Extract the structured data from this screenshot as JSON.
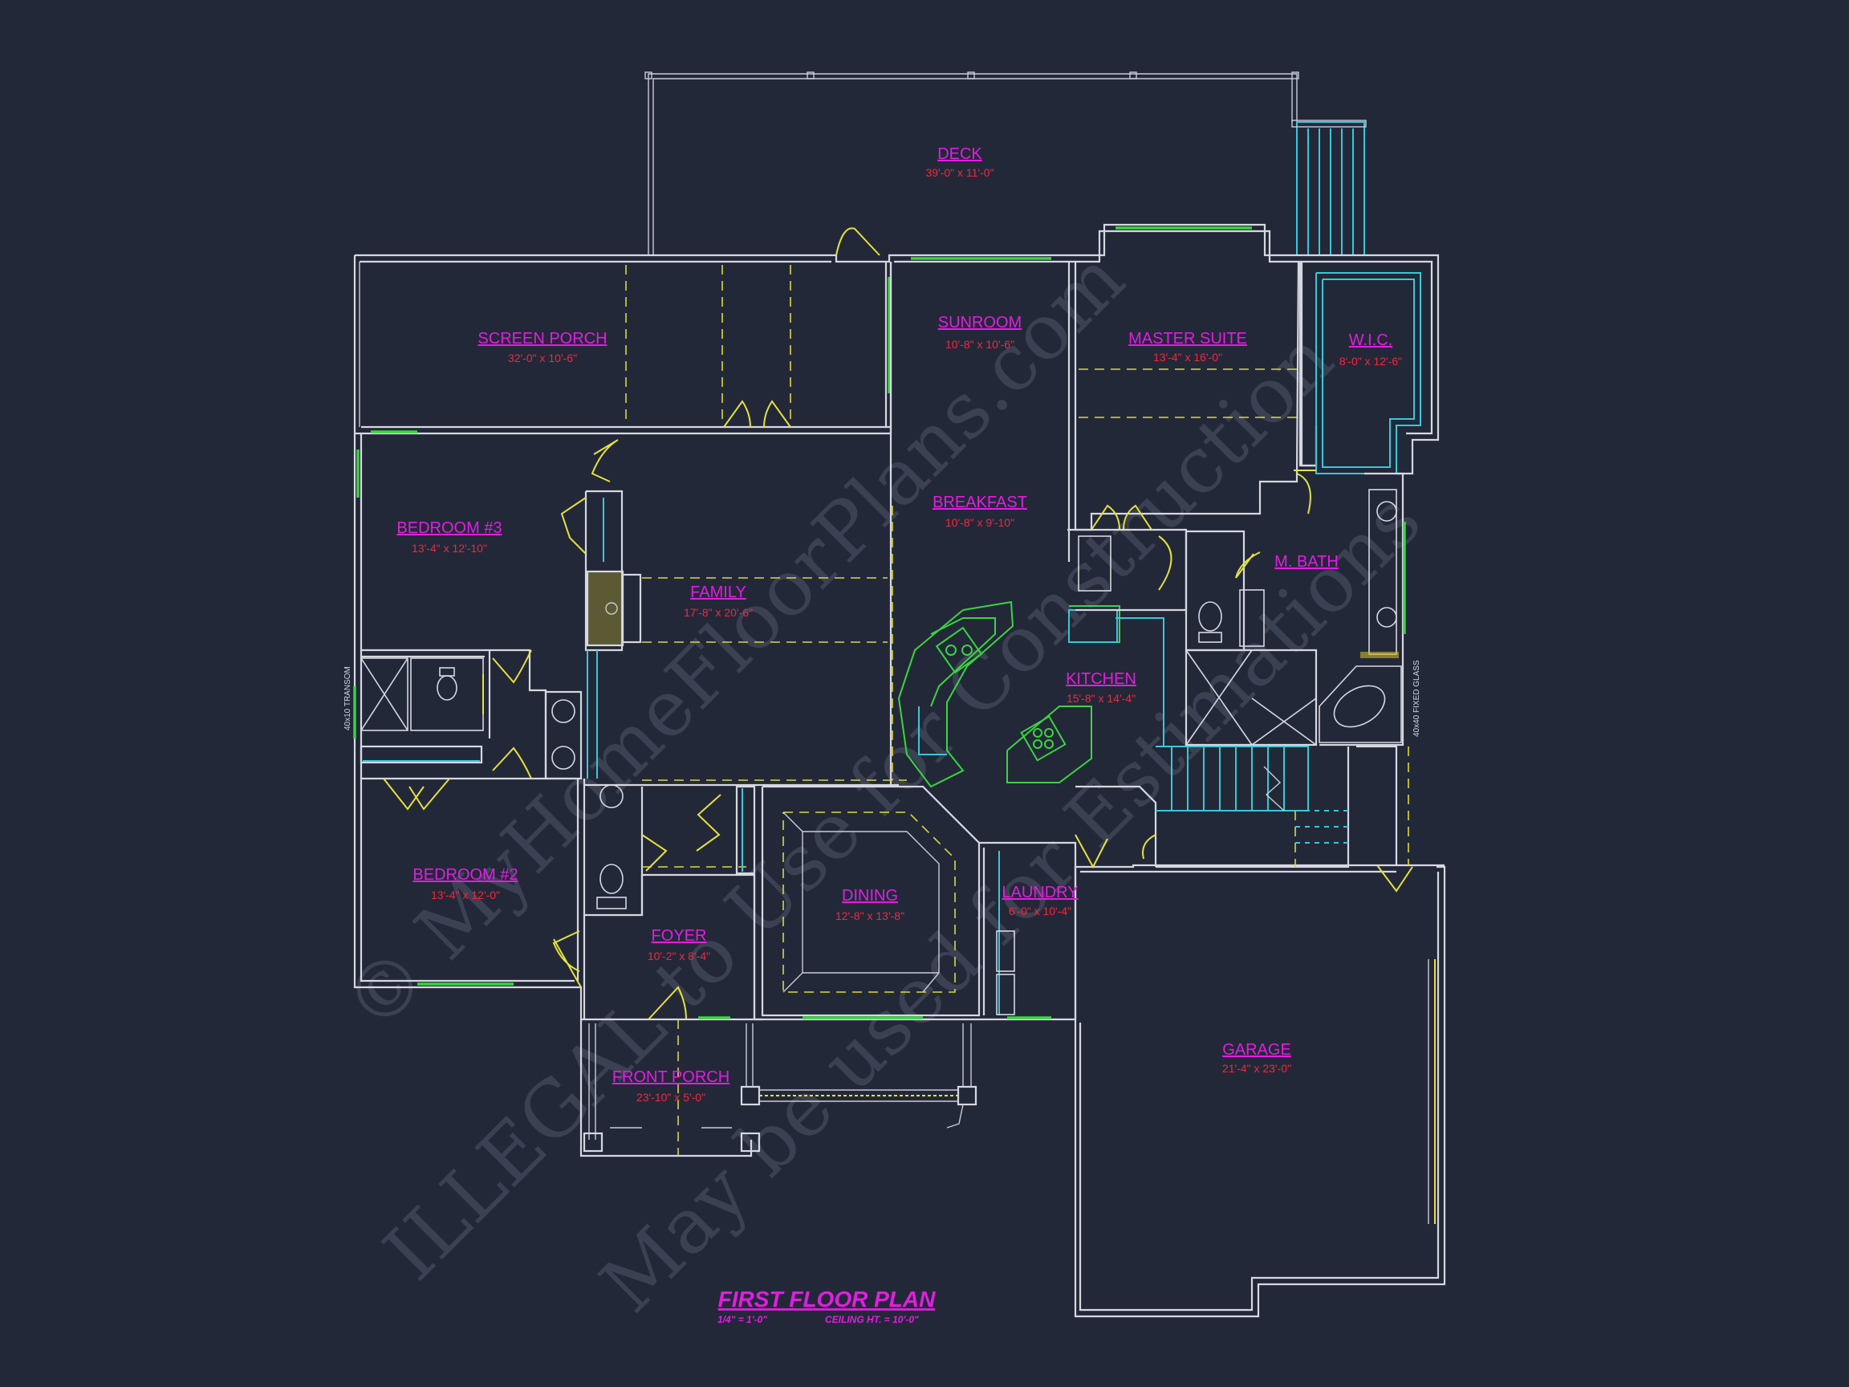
{
  "plan_title": "FIRST FLOOR PLAN",
  "scale_note": "1/4\" = 1'-0\"",
  "ceiling_note": "CEILING HT. = 10'-0\"",
  "watermark_lines": [
    "© MyHomeFloorPlans.com",
    "ILLEGAL to Use for Construction",
    "May be used for Estimations"
  ],
  "side_notes": {
    "transom": "40x10 TRANSOM",
    "fixed_glass": "40x40 FIXED GLASS"
  },
  "rooms": [
    {
      "name": "DECK",
      "dim": "39'-0\" x 11'-0\""
    },
    {
      "name": "SCREEN PORCH",
      "dim": "32'-0\" x 10'-6\""
    },
    {
      "name": "SUNROOM",
      "dim": "10'-8\" x 10'-6\""
    },
    {
      "name": "MASTER SUITE",
      "dim": "13'-4\" x 16'-0\""
    },
    {
      "name": "W.I.C.",
      "dim": "8'-0\" x 12'-6\""
    },
    {
      "name": "BREAKFAST",
      "dim": "10'-8\" x 9'-10\""
    },
    {
      "name": "BEDROOM #3",
      "dim": "13'-4\" x 12'-10\""
    },
    {
      "name": "FAMILY",
      "dim": "17'-8\" x 20'-6\""
    },
    {
      "name": "M. BATH",
      "dim": ""
    },
    {
      "name": "KITCHEN",
      "dim": "15'-8\" x 14'-4\""
    },
    {
      "name": "BEDROOM #2",
      "dim": "13'-4\" x 12'-0\""
    },
    {
      "name": "DINING",
      "dim": "12'-8\" x 13'-8\""
    },
    {
      "name": "LAUNDRY",
      "dim": "6'-0\" x 10'-4\""
    },
    {
      "name": "FOYER",
      "dim": "10'-2\" x 8'-4\""
    },
    {
      "name": "GARAGE",
      "dim": "21'-4\" x 23'-0\""
    },
    {
      "name": "FRONT PORCH",
      "dim": "23'-10\" x 5'-0\""
    }
  ],
  "colors": {
    "background": "#232839",
    "wall": "#d6d8e0",
    "door": "#e6e23a",
    "window": "#39d63f",
    "cabinet": "#38c8d8",
    "label": "#e21de0",
    "dimension": "#f0283c"
  }
}
